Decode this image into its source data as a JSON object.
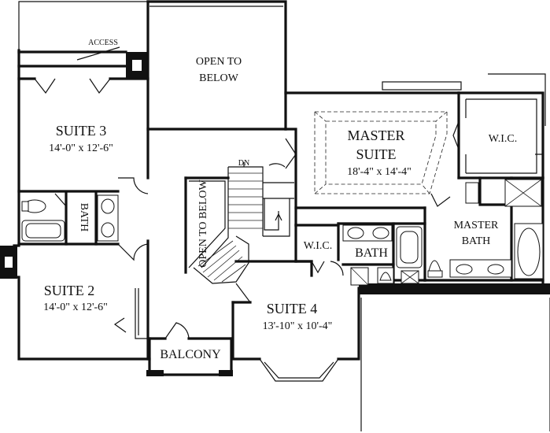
{
  "rooms": {
    "access": "ACCESS",
    "open_to_below_top_line1": "OPEN TO",
    "open_to_below_top_line2": "BELOW",
    "suite3_name": "SUITE 3",
    "suite3_dim": "14'-0\" x 12'-6\"",
    "bath_left": "BATH",
    "suite2_name": "SUITE 2",
    "suite2_dim": "14'-0\" x 12'-6\"",
    "balcony": "BALCONY",
    "dn": "DN",
    "open_to_below_stair": "OPEN TO BELOW",
    "master_suite_line1": "MASTER",
    "master_suite_line2": "SUITE",
    "master_suite_dim": "18'-4\" x 14'-4\"",
    "wic_master": "W.I.C.",
    "master_bath_line1": "MASTER",
    "master_bath_line2": "BATH",
    "wic_small": "W.I.C.",
    "bath_mid": "BATH",
    "suite4_name": "SUITE 4",
    "suite4_dim": "13'-10\" x 10'-4\""
  }
}
